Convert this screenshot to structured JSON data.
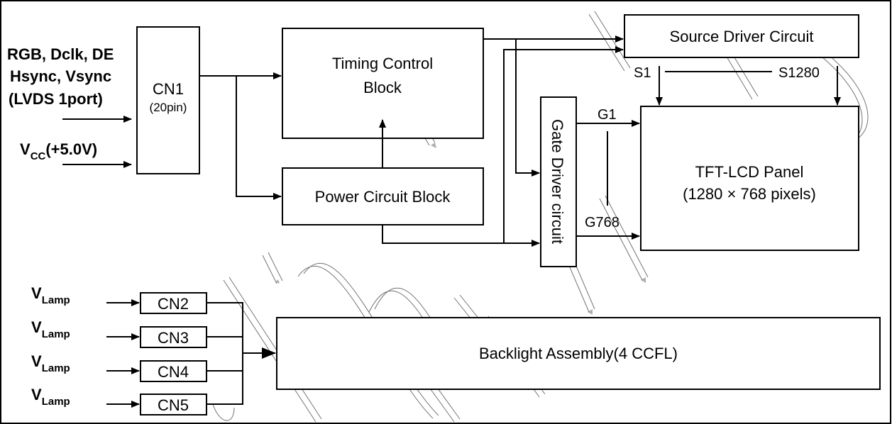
{
  "inputs": {
    "signal_line1": "RGB, Dclk,  DE",
    "signal_line2": "Hsync, Vsync",
    "signal_line3": "(LVDS 1port)",
    "vcc_main": "V",
    "vcc_sub": "CC",
    "vcc_value": "(+5.0V)"
  },
  "blocks": {
    "cn1_name": "CN1",
    "cn1_pins": "(20pin)",
    "timing_line1": "Timing Control",
    "timing_line2": "Block",
    "power": "Power Circuit Block",
    "source_driver": "Source Driver Circuit",
    "gate_driver": "Gate Driver circuit",
    "panel_line1": "TFT-LCD Panel",
    "panel_line2": "(1280 × 768 pixels)",
    "backlight": "Backlight Assembly(4 CCFL)"
  },
  "signals": {
    "s_first": "S1",
    "s_last": "S1280",
    "g_first": "G1",
    "g_last": "G768"
  },
  "lamp": {
    "main": "V",
    "sub": "Lamp",
    "connectors": [
      "CN2",
      "CN3",
      "CN4",
      "CN5"
    ]
  }
}
